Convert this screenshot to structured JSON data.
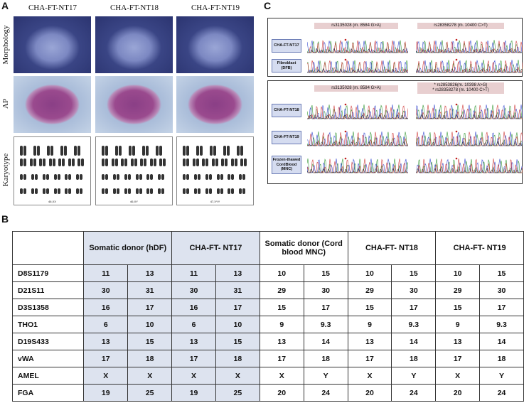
{
  "panel_a": {
    "label": "A",
    "columns": [
      "CHA-FT-NT17",
      "CHA-FT-NT18",
      "CHA-FT-NT19"
    ],
    "rows": [
      "Morphology",
      "AP",
      "Karyotype"
    ],
    "karyotypes": [
      "46,XX",
      "46,XY",
      "47,XYY"
    ]
  },
  "panel_c": {
    "label": "C",
    "box1": {
      "snps": [
        "rs3135028  (m. 8584 G>A)",
        "rs28358278  (m. 10400 C>T)"
      ],
      "samples": [
        "CHA-FT-NT17",
        "Fibroblast (DFB)"
      ]
    },
    "box2": {
      "snps": [
        "rs3135028  (m. 8584 G>A)",
        "* rs2853826(m. 10398 A>G)",
        "* rs28358278  (m. 10400 C>T)"
      ],
      "samples": [
        "CHA-FT-NT18",
        "CHA-FT-NT19",
        "Frozen-thawed CordBlood (MNC)"
      ]
    }
  },
  "panel_b": {
    "label": "B",
    "headers": [
      "",
      "Somatic donor (hDF)",
      "CHA-FT- NT17",
      "Somatic donor (Cord blood MNC)",
      "CHA-FT- NT18",
      "CHA-FT- NT19"
    ],
    "rows": [
      {
        "marker": "D8S1179",
        "values": [
          "11",
          "13",
          "11",
          "13",
          "10",
          "15",
          "10",
          "15",
          "10",
          "15"
        ]
      },
      {
        "marker": "D21S11",
        "values": [
          "30",
          "31",
          "30",
          "31",
          "29",
          "30",
          "29",
          "30",
          "29",
          "30"
        ]
      },
      {
        "marker": "D3S1358",
        "values": [
          "16",
          "17",
          "16",
          "17",
          "15",
          "17",
          "15",
          "17",
          "15",
          "17"
        ]
      },
      {
        "marker": "THO1",
        "values": [
          "6",
          "10",
          "6",
          "10",
          "9",
          "9.3",
          "9",
          "9.3",
          "9",
          "9.3"
        ]
      },
      {
        "marker": "D19S433",
        "values": [
          "13",
          "15",
          "13",
          "15",
          "13",
          "14",
          "13",
          "14",
          "13",
          "14"
        ]
      },
      {
        "marker": "vWA",
        "values": [
          "17",
          "18",
          "17",
          "18",
          "17",
          "18",
          "17",
          "18",
          "17",
          "18"
        ]
      },
      {
        "marker": "AMEL",
        "values": [
          "X",
          "X",
          "X",
          "X",
          "X",
          "Y",
          "X",
          "Y",
          "X",
          "Y"
        ]
      },
      {
        "marker": "FGA",
        "values": [
          "19",
          "25",
          "19",
          "25",
          "20",
          "24",
          "20",
          "24",
          "20",
          "24"
        ]
      }
    ],
    "highlight_color": "#dde3ef"
  }
}
